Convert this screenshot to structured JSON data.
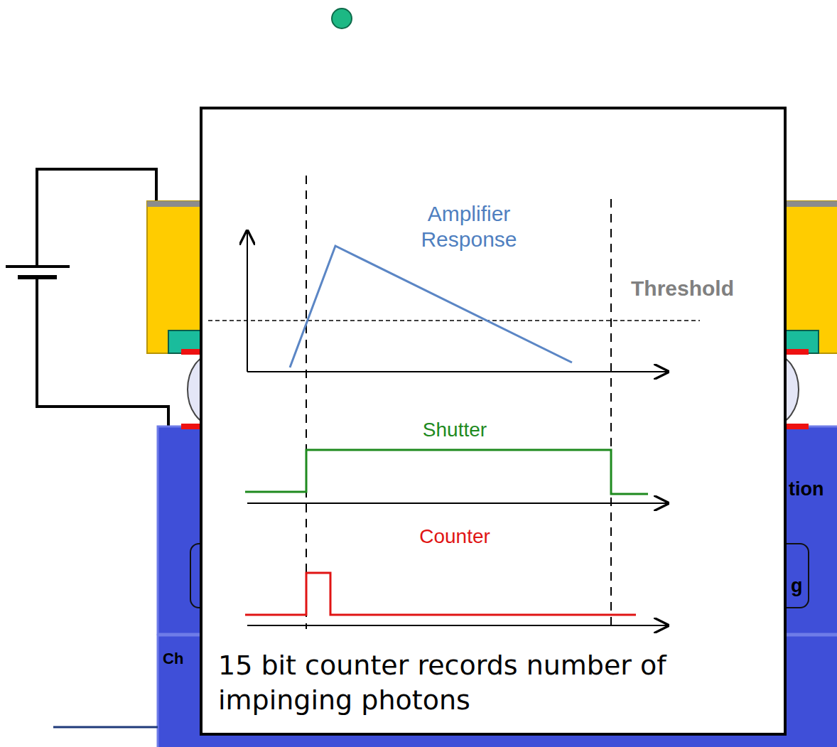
{
  "diagram": {
    "nodes": [
      {
        "text": [
          "15 bit counter records number of impinging photons"
        ]
      }
    ],
    "labels": [
      "Amplifier Response",
      "Threshold",
      "Shutter",
      "Counter",
      "Ch",
      "tion",
      "g"
    ]
  }
}
